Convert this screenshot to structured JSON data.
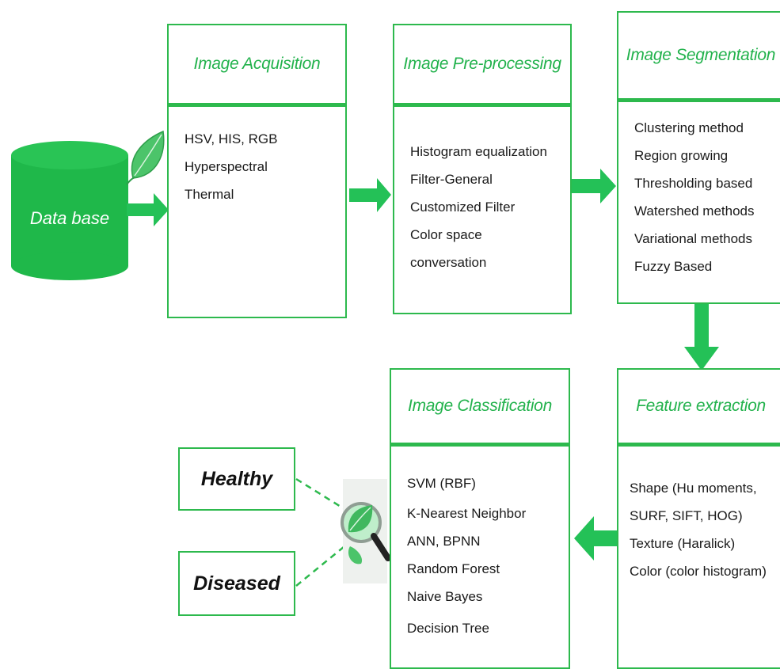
{
  "database": {
    "label": "Data base"
  },
  "colors": {
    "accent": "#2db94d",
    "arrow": "#24c157",
    "header_text": "#22b24c",
    "database_fill": "#1fb84a"
  },
  "icons": {
    "leaf": "leaf-icon",
    "magnifier": "magnifying-glass-leaf-icon"
  },
  "steps": [
    {
      "title": "Image Acquisition",
      "items": [
        "HSV, HIS, RGB",
        "Hyperspectral",
        "Thermal"
      ]
    },
    {
      "title": "Image Pre-processing",
      "items": [
        "Histogram equalization",
        "Filter-General",
        "Customized  Filter",
        "Color space",
        "conversation"
      ]
    },
    {
      "title": "Image Segmentation",
      "items": [
        "Clustering method",
        "Region growing",
        "Thresholding based",
        "Watershed methods",
        "Variational methods",
        "Fuzzy Based"
      ]
    },
    {
      "title": "Feature extraction",
      "items": [
        "Shape (Hu moments,",
        "SURF, SIFT, HOG)",
        "Texture (Haralick)",
        "Color (color histogram)"
      ]
    },
    {
      "title": "Image Classification",
      "items": [
        "SVM (RBF)",
        "K-Nearest Neighbor",
        "ANN, BPNN",
        "Random Forest",
        "Naive Bayes",
        "Decision Tree"
      ]
    }
  ],
  "outputs": [
    {
      "label": "Healthy"
    },
    {
      "label": "Diseased"
    }
  ]
}
